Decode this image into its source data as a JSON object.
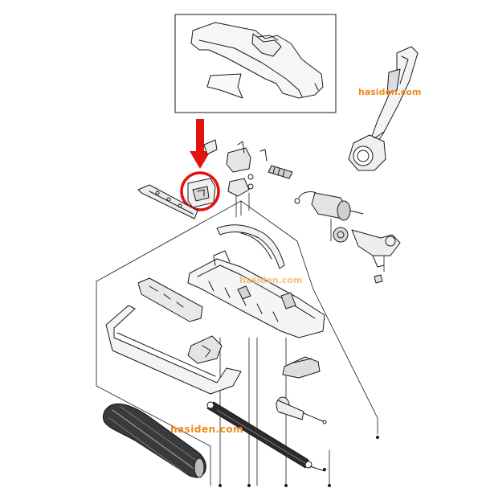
{
  "watermarks": [
    {
      "text": "hasiden.com"
    },
    {
      "text": "hasiden.com"
    },
    {
      "text": "hasiden.com"
    }
  ],
  "colors": {
    "line": "#1a1a1a",
    "highlight": "#e3120b",
    "watermark": "#ef8a16",
    "watermark_faint": "#f4b25e"
  },
  "highlight": {
    "marker": "red-circle",
    "pointer": "red-down-arrow"
  }
}
